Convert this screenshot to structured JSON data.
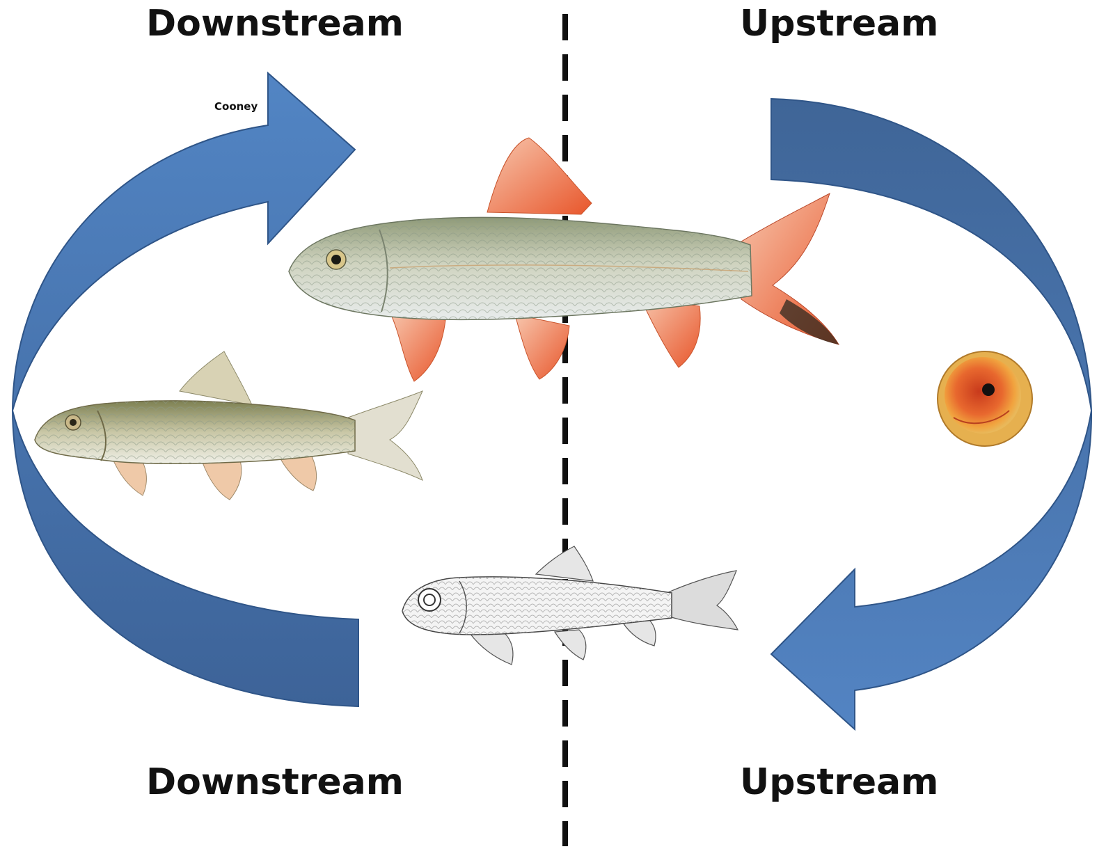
{
  "labels": {
    "top_left": "Downstream",
    "top_right": "Upstream",
    "bottom_left": "Downstream",
    "bottom_right": "Upstream",
    "credit": "Cooney"
  },
  "colors": {
    "arrow_light": "#4f7fbe",
    "arrow_dark": "#3a6196",
    "divider": "#111111",
    "fin_orange": "#e8673a",
    "egg_outer": "#f2b34a",
    "egg_inner": "#e4572e"
  },
  "icons": [
    "cycle-arrow-left",
    "cycle-arrow-right",
    "adult-fish-icon",
    "juvenile-fish-icon",
    "larva-fish-icon",
    "egg-icon"
  ]
}
